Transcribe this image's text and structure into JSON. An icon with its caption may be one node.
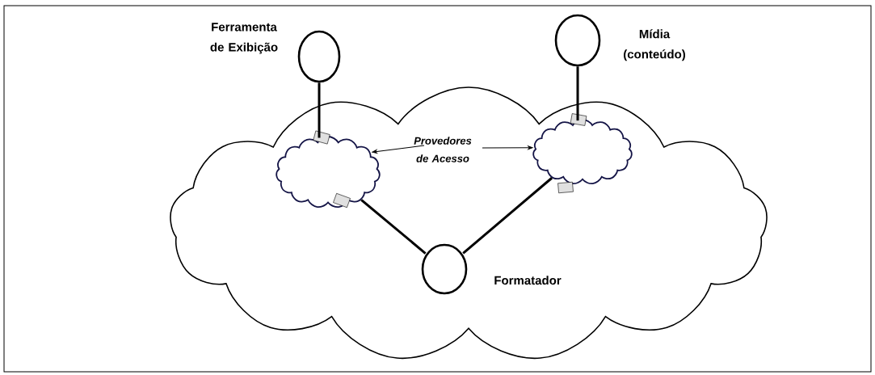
{
  "diagram": {
    "nodes": [
      {
        "text": [],
        "shape": "cloud"
      },
      {
        "text": [],
        "shape": "circle",
        "beside": [
          "Ferramenta de Exibição"
        ]
      },
      {
        "text": [],
        "shape": "circle",
        "beside": [
          "Mídia (conteúdo)"
        ]
      },
      {
        "text": [],
        "shape": "cloud",
        "in": 0
      },
      {
        "text": [],
        "shape": "cloud",
        "in": 0
      },
      {
        "text": [],
        "shape": "circle",
        "in": 0,
        "beside": [
          "Formatador"
        ]
      },
      {
        "text": [
          "Provedores de Acesso"
        ],
        "in": 0
      }
    ],
    "edges": [
      {
        "from": 1,
        "to": 3,
        "arrow": "none"
      },
      {
        "from": 2,
        "to": 4,
        "arrow": "none"
      },
      {
        "from": 3,
        "to": 5,
        "arrow": "none"
      },
      {
        "from": 4,
        "to": 5,
        "arrow": "none"
      },
      {
        "from": 6,
        "to": 3,
        "arrow": "to"
      },
      {
        "from": 6,
        "to": 4,
        "arrow": "to"
      }
    ]
  }
}
